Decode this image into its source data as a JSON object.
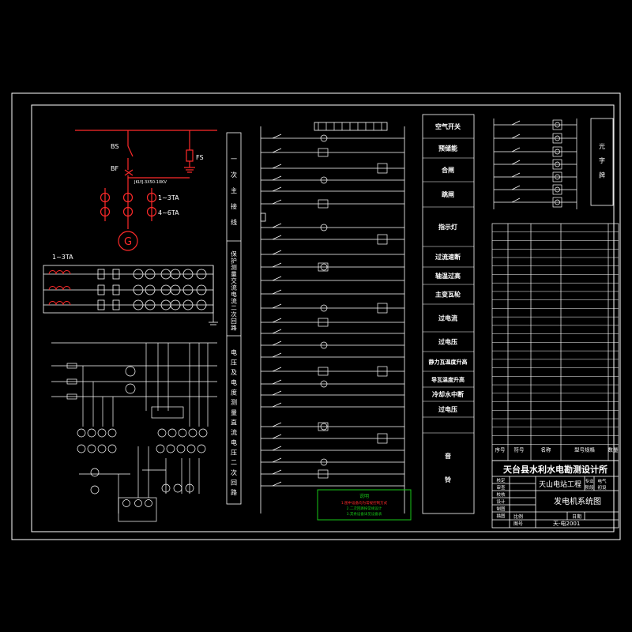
{
  "colors": {
    "background": "#000000",
    "line": "#ffffff",
    "generator": "#ff2a2a",
    "note_border": "#18c818",
    "note_text": "#18c818"
  },
  "generator": {
    "bs_label": "BS",
    "bf_label": "BF",
    "fs_label": "FS",
    "cable_label": "JKLYJ-3X50-10KV",
    "ta1_label": "1~3TA",
    "ta2_label": "4~6TA",
    "gen_symbol": "G",
    "ta_left_label": "1~3TA"
  },
  "vertical_titles": {
    "primary": "一次主接线",
    "protection": "保护测量交流电流二次回路",
    "voltage": "电压及电度测量直流电压二次回路"
  },
  "control_labels": [
    "空气开关",
    "预储能",
    "合闸",
    "跳闸",
    "指示灯",
    "过流速断",
    "轴温过高",
    "主变瓦轮",
    "过电流",
    "过电压",
    "静力瓦温度升高",
    "导瓦温度升高",
    "冷却水中断",
    "过电压",
    "音",
    "铃"
  ],
  "right_box_label": "光字牌",
  "equipment_table": {
    "footer_labels": [
      "序号",
      "符号",
      "名称",
      "型号规格",
      "数量"
    ],
    "rows": 26
  },
  "title_block": {
    "institute": "天台县水利水电勘测设计所",
    "project": "天山电站工程",
    "stage": "初设",
    "drawing_title": "发电机系统图",
    "drawing_no": "天-电2001",
    "labels_left": [
      "核定",
      "审查",
      "校核",
      "设计",
      "制图",
      "描图"
    ],
    "labels_right": [
      "专业",
      "电气",
      "阶段",
      "初设"
    ],
    "date_label": "日期",
    "no_label": "图号",
    "scale_label": "比例"
  },
  "note_box": {
    "title": "说明",
    "lines": [
      "1.图中设备均为常规控制方式",
      "2.二次回路按常规设计",
      "3.其余设备详见设备表"
    ]
  }
}
